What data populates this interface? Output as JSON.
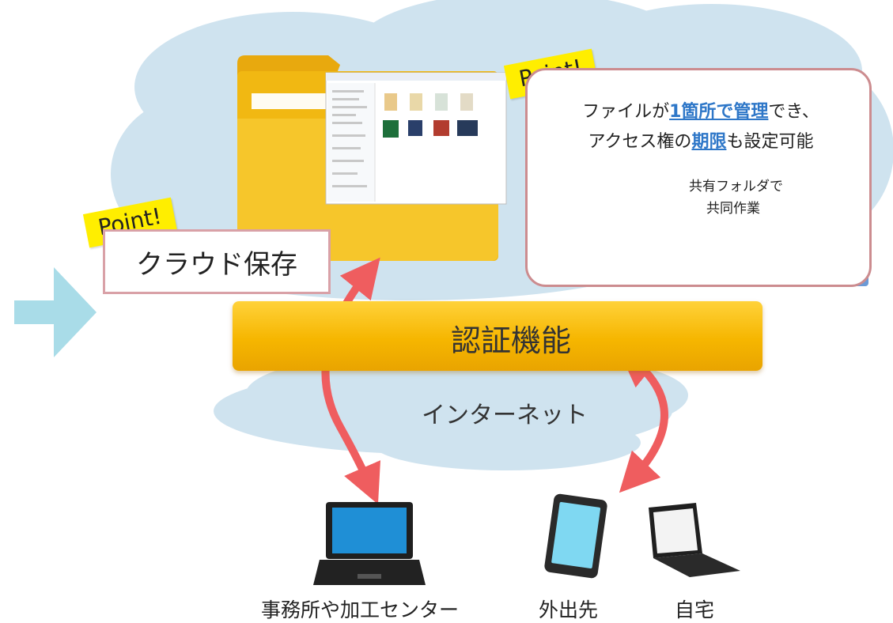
{
  "point_label": "Point!",
  "storage": {
    "label": "クラウド保存"
  },
  "panel": {
    "line1_a": "ファイルが",
    "line1_b": "1箇所で管理",
    "line1_c": "でき、",
    "line2_a": "アクセス権の",
    "line2_b": "期限",
    "line2_c": "も設定可能",
    "share_line1": "共有フォルダで",
    "share_line2": "共同作業"
  },
  "auth": {
    "label": "認証機能"
  },
  "internet": {
    "label": "インターネット"
  },
  "devices": {
    "office": "事務所や加工センター",
    "outside": "外出先",
    "home": "自宅"
  },
  "colors": {
    "cloud": "#cfe3ef",
    "arrow_in": "#a9dce8",
    "auth_bar": "#f6b600",
    "link_arrow": "#ef5d5f",
    "share_arrow": "#8ed24f",
    "highlight": "#2e77c8",
    "folder": "#f5c21b"
  }
}
